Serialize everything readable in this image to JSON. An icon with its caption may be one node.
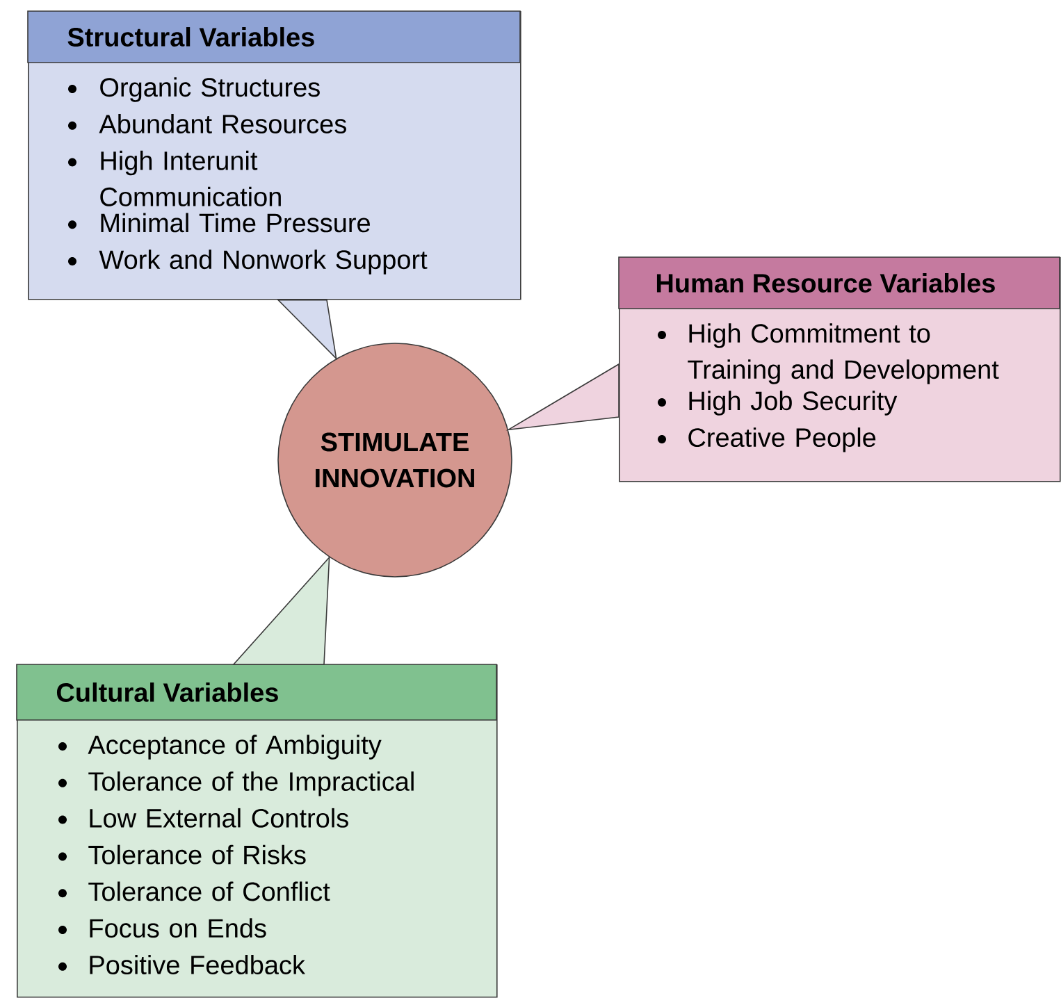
{
  "diagram": {
    "nodes": [
      {
        "text": [
          "Structural Variables",
          "Organic Structures",
          "Abundant Resources",
          "High Interunit Communication",
          "Minimal Time Pressure",
          "Work and Nonwork Support"
        ]
      },
      {
        "text": [
          "STIMULATE INNOVATION"
        ]
      },
      {
        "text": [
          "Human Resource Variables",
          "High Commitment to Training and Development",
          "High Job Security",
          "Creative People"
        ]
      },
      {
        "text": [
          "Cultural Variables",
          "Acceptance of Ambiguity",
          "Tolerance of the Impractical",
          "Low External Controls",
          "Tolerance of Risks",
          "Tolerance of Conflict",
          "Focus on Ends",
          "Positive Feedback"
        ]
      }
    ],
    "edges": [
      {
        "from": 0,
        "to": 1,
        "arrow": "to"
      },
      {
        "from": 2,
        "to": 1,
        "arrow": "to"
      },
      {
        "from": 3,
        "to": 1,
        "arrow": "to"
      }
    ]
  }
}
